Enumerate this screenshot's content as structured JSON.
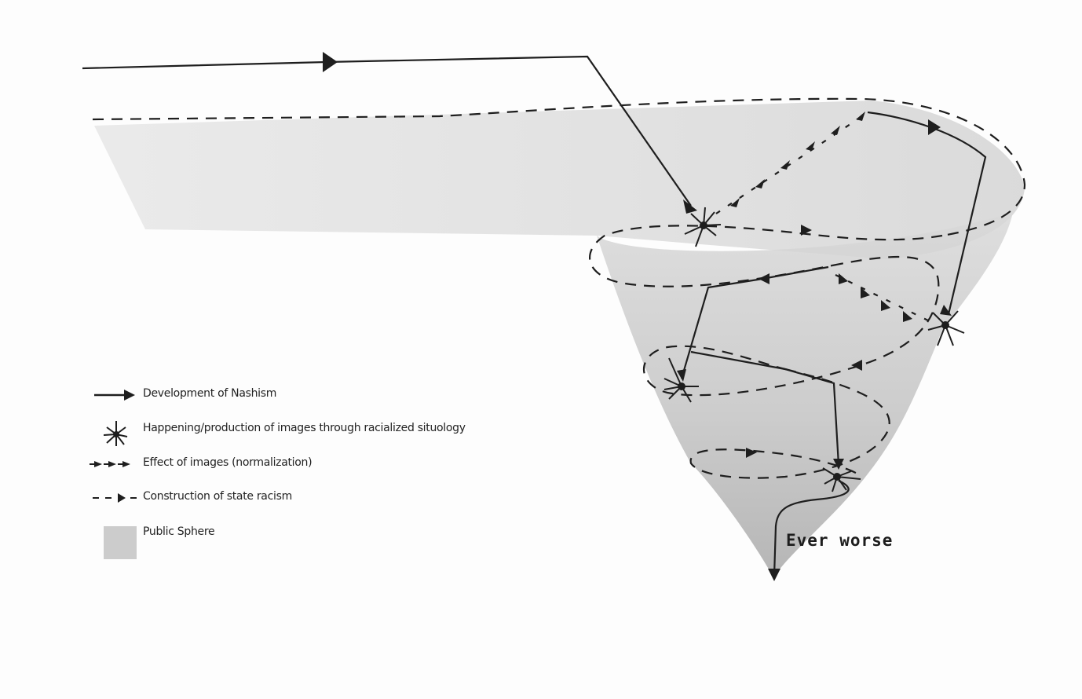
{
  "legend": {
    "development": "Development of Nashism",
    "happening": "Happening/production of images through racialized situology",
    "effect": "Effect of images (normalization)",
    "construction": "Construction of state racism",
    "public_sphere": "Public Sphere"
  },
  "annotation": {
    "ever_worse": "Ever worse"
  },
  "colors": {
    "ink": "#1e1e1e",
    "public_sphere": "#c8c8c8",
    "funnel_dark": "#b0b0b0"
  }
}
